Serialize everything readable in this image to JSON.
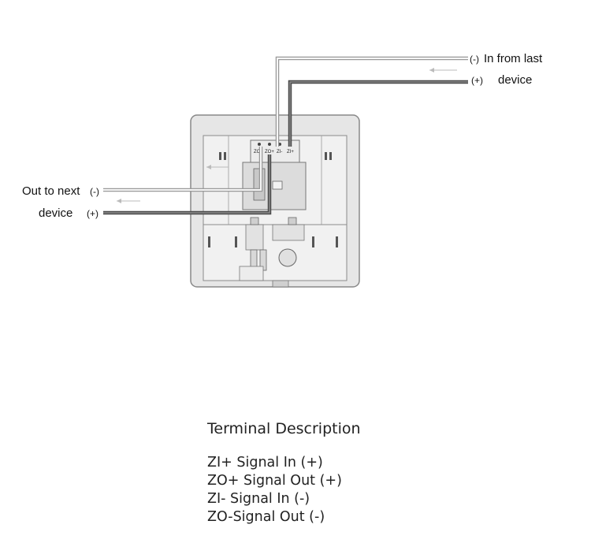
{
  "diagram": {
    "in_minus": "(-)",
    "in_plus": "(+)",
    "in_text_1": "In from last",
    "in_text_2": "device",
    "out_text_1": "Out to next",
    "out_text_2": "device",
    "out_minus": "(-)",
    "out_plus": "(+)",
    "terminal_labels": [
      "ZO-",
      "ZO+",
      "ZI-",
      "ZI+"
    ]
  },
  "terminal_description": {
    "title": "Terminal Description",
    "rows": [
      "ZI+ Signal In (+)",
      "ZO+ Signal Out (+)",
      "ZI- Signal In (-)",
      "ZO-Signal Out (-)"
    ]
  }
}
